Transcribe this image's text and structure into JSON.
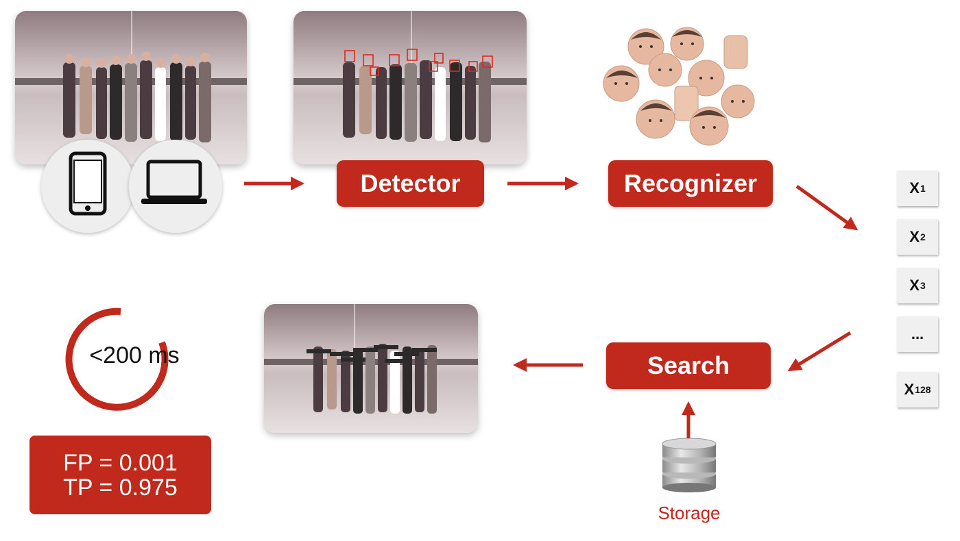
{
  "stages": {
    "detector": "Detector",
    "recognizer": "Recognizer",
    "search": "Search"
  },
  "embedding": {
    "items": [
      {
        "base": "X",
        "sub": "1"
      },
      {
        "base": "X",
        "sub": "2"
      },
      {
        "base": "X",
        "sub": "3"
      },
      {
        "base": "...",
        "sub": ""
      },
      {
        "base": "X",
        "sub": "128"
      }
    ]
  },
  "timing": {
    "label": "<200 ms"
  },
  "metrics": {
    "fp": "FP = 0.001",
    "tp": "TP = 0.975"
  },
  "storage": {
    "label": "Storage"
  },
  "icons": {
    "phone": "smartphone-icon",
    "laptop": "laptop-icon",
    "database": "database-icon"
  },
  "colors": {
    "accent": "#c0291c"
  }
}
